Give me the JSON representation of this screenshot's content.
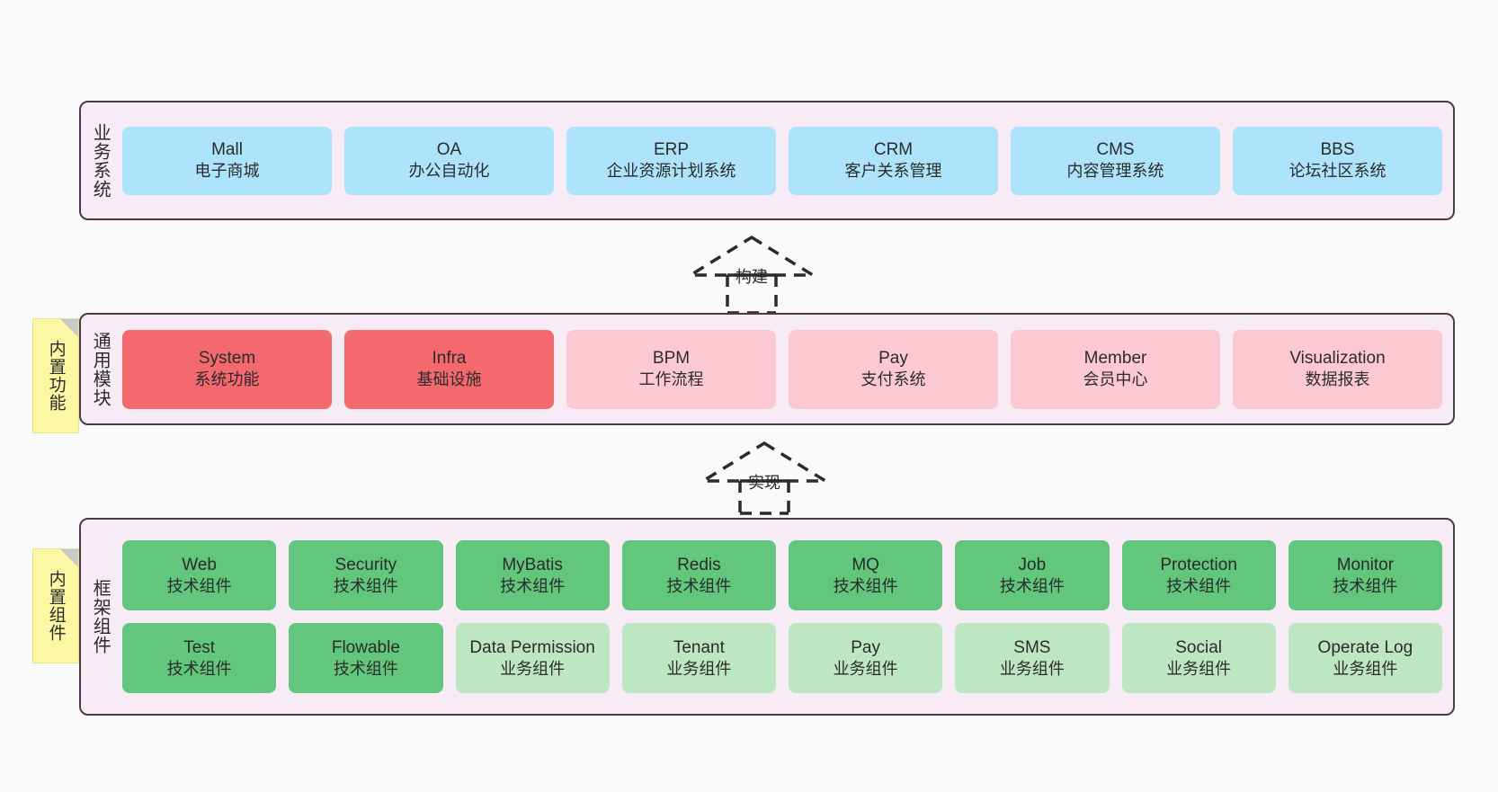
{
  "diagram": {
    "title": "",
    "colors": {
      "container_bg": "#f7ebf6",
      "container_border": "#4a3b47",
      "blue": "#ade3fb",
      "red": "#f4696e",
      "pink": "#fcc9d2",
      "green": "#62c67c",
      "light_green": "#bde7c2",
      "note_yellow": "#fbf7a2",
      "note_fold": "#c9c9c9",
      "page_bg": "#fafafa"
    }
  },
  "layers": [
    {
      "id": "business-system",
      "label": "业务系统",
      "nodes": [
        {
          "title": "Mall",
          "subtitle": "电子商城",
          "style": "blue"
        },
        {
          "title": "OA",
          "subtitle": "办公自动化",
          "style": "blue"
        },
        {
          "title": "ERP",
          "subtitle": "企业资源计划系统",
          "style": "blue"
        },
        {
          "title": "CRM",
          "subtitle": "客户关系管理",
          "style": "blue"
        },
        {
          "title": "CMS",
          "subtitle": "内容管理系统",
          "style": "blue"
        },
        {
          "title": "BBS",
          "subtitle": "论坛社区系统",
          "style": "blue"
        }
      ]
    },
    {
      "id": "common-module",
      "label": "通用模块",
      "note": "内置功能",
      "nodes": [
        {
          "title": "System",
          "subtitle": "系统功能",
          "style": "red"
        },
        {
          "title": "Infra",
          "subtitle": "基础设施",
          "style": "red"
        },
        {
          "title": "BPM",
          "subtitle": "工作流程",
          "style": "pink"
        },
        {
          "title": "Pay",
          "subtitle": "支付系统",
          "style": "pink"
        },
        {
          "title": "Member",
          "subtitle": "会员中心",
          "style": "pink"
        },
        {
          "title": "Visualization",
          "subtitle": "数据报表",
          "style": "pink"
        }
      ]
    },
    {
      "id": "framework-component",
      "label": "框架组件",
      "note": "内置组件",
      "rows": [
        [
          {
            "title": "Web",
            "subtitle": "技术组件",
            "style": "green"
          },
          {
            "title": "Security",
            "subtitle": "技术组件",
            "style": "green"
          },
          {
            "title": "MyBatis",
            "subtitle": "技术组件",
            "style": "green"
          },
          {
            "title": "Redis",
            "subtitle": "技术组件",
            "style": "green"
          },
          {
            "title": "MQ",
            "subtitle": "技术组件",
            "style": "green"
          },
          {
            "title": "Job",
            "subtitle": "技术组件",
            "style": "green"
          },
          {
            "title": "Protection",
            "subtitle": "技术组件",
            "style": "green"
          },
          {
            "title": "Monitor",
            "subtitle": "技术组件",
            "style": "green"
          }
        ],
        [
          {
            "title": "Test",
            "subtitle": "技术组件",
            "style": "green"
          },
          {
            "title": "Flowable",
            "subtitle": "技术组件",
            "style": "green"
          },
          {
            "title": "Data Permission",
            "subtitle": "业务组件",
            "style": "lgreen"
          },
          {
            "title": "Tenant",
            "subtitle": "业务组件",
            "style": "lgreen"
          },
          {
            "title": "Pay",
            "subtitle": "业务组件",
            "style": "lgreen"
          },
          {
            "title": "SMS",
            "subtitle": "业务组件",
            "style": "lgreen"
          },
          {
            "title": "Social",
            "subtitle": "业务组件",
            "style": "lgreen"
          },
          {
            "title": "Operate Log",
            "subtitle": "业务组件",
            "style": "lgreen"
          }
        ]
      ]
    }
  ],
  "connectors": [
    {
      "id": "build",
      "label": "构建",
      "from": "common-module",
      "to": "business-system",
      "arrow": "hollow-triangle",
      "line": "dashed"
    },
    {
      "id": "implement",
      "label": "实现",
      "from": "framework-component",
      "to": "common-module",
      "arrow": "hollow-triangle",
      "line": "dashed"
    }
  ]
}
